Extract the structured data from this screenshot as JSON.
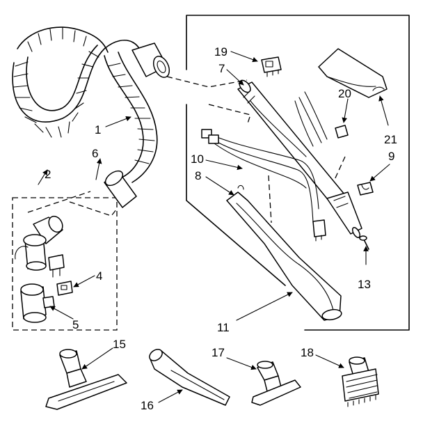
{
  "labels": {
    "p1": "1",
    "p2": "2",
    "p4": "4",
    "p5": "5",
    "p6": "6",
    "p7": "7",
    "p8": "8",
    "p9": "9",
    "p10": "10",
    "p11": "11",
    "p13": "13",
    "p15": "15",
    "p16": "16",
    "p17": "17",
    "p18": "18",
    "p19": "19",
    "p20": "20",
    "p21": "21"
  }
}
